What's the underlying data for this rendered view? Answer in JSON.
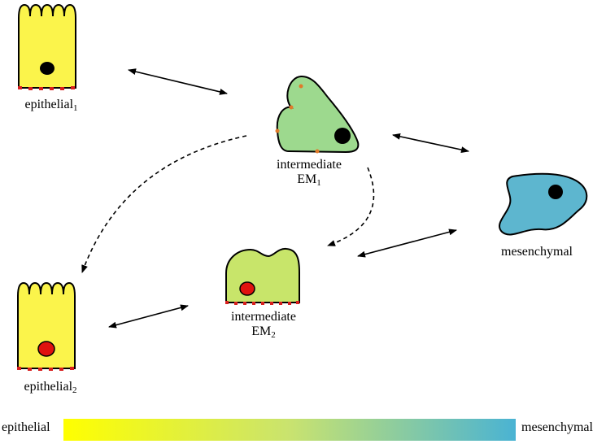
{
  "colors": {
    "epithelial_cell": "#fbf44b",
    "intermediate_em1_cell": "#9dd98e",
    "intermediate_em2_cell": "#c8e56a",
    "mesenchymal_cell": "#5db6cf",
    "nucleus": "#000000",
    "nucleus_em": "#e0120f",
    "junction": "#d81f1f",
    "gradient_start": "#ffff00",
    "gradient_mid": "#c9e36f",
    "gradient_end": "#4ab3d3"
  },
  "labels": {
    "epithelial1": {
      "text": "epithelial",
      "sub": "1"
    },
    "em1_line1": "intermediate",
    "em1_line2": {
      "text": "EM",
      "sub": "1"
    },
    "mesenchymal": "mesenchymal",
    "epithelial2": {
      "text": "epithelial",
      "sub": "2"
    },
    "em2_line1": "intermediate",
    "em2_line2": {
      "text": "EM",
      "sub": "2"
    }
  },
  "spectrum_bar": {
    "left_label": "epithelial",
    "right_label": "mesenchymal"
  },
  "icons": [
    "epithelial-cell-icon",
    "intermediate-cell-icon",
    "mesenchymal-cell-icon",
    "double-headed-arrow-icon",
    "dashed-curved-arrow-icon"
  ]
}
